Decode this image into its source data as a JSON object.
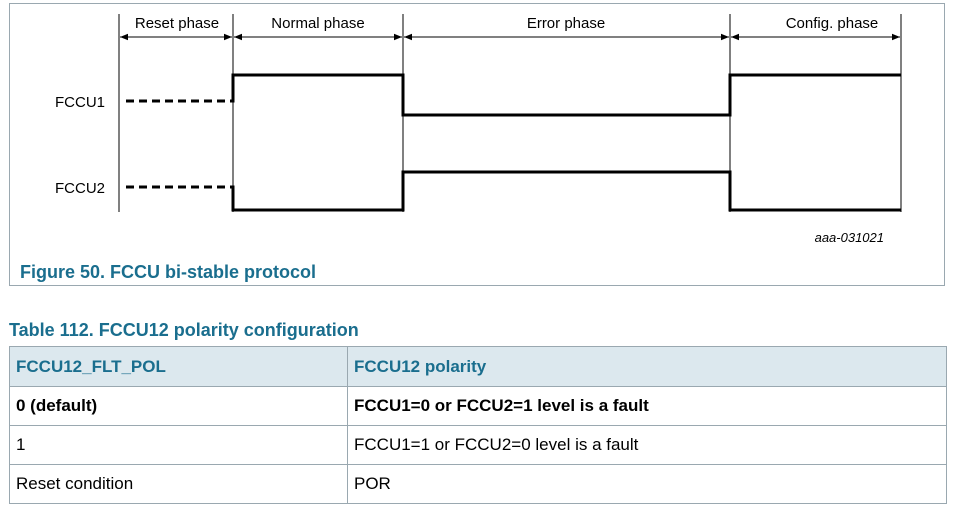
{
  "figure": {
    "phases": [
      "Reset phase",
      "Normal phase",
      "Error phase",
      "Config. phase"
    ],
    "signals": [
      "FCCU1",
      "FCCU2"
    ],
    "figure_id": "aaa-031021",
    "caption": "Figure 50.  FCCU bi-stable protocol"
  },
  "table": {
    "caption": "Table 112.  FCCU12 polarity configuration",
    "headers": [
      "FCCU12_FLT_POL",
      "FCCU12 polarity"
    ],
    "rows": [
      [
        "0 (default)",
        "FCCU1=0 or FCCU2=1 level is a fault"
      ],
      [
        "1",
        "FCCU1=1 or FCCU2=0 level is a fault"
      ],
      [
        "Reset condition",
        "POR"
      ]
    ]
  }
}
